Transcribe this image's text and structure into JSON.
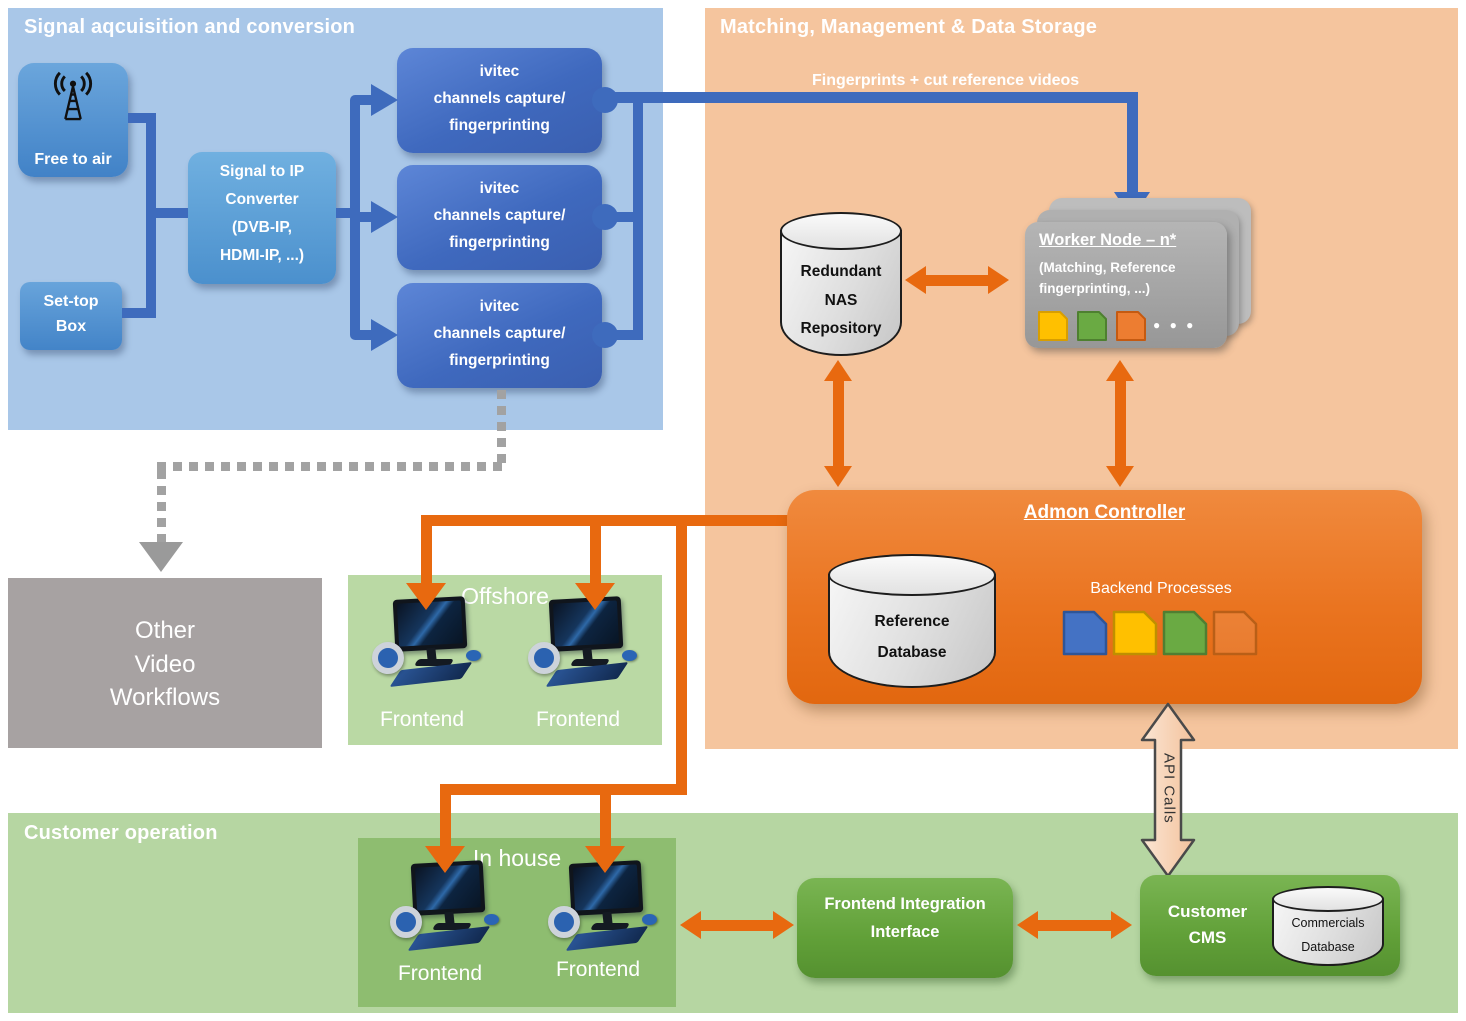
{
  "sections": {
    "signal": {
      "title": "Signal aqcuisition and conversion",
      "free_to_air_label": "Free to air",
      "set_top_label": "Set-top\nBox",
      "converter_label": "Signal to IP\nConverter\n(DVB-IP,\nHDMI-IP, ...)",
      "capture_nodes": [
        {
          "label": "ivitec\nchannels capture/\nfingerprinting"
        },
        {
          "label": "ivitec\nchannels capture/\nfingerprinting"
        },
        {
          "label": "ivitec\nchannels capture/\nfingerprinting"
        }
      ],
      "icons": {
        "free_to_air": "antenna-icon"
      }
    },
    "matching": {
      "title": "Matching, Management & Data Storage",
      "fingerprints_arrow_label": "Fingerprints + cut reference videos",
      "nas_label": "Redundant\nNAS\nRepository",
      "worker_node": {
        "title": "Worker Node – n*",
        "subtitle": "(Matching, Reference\nfingerprinting, ...)",
        "ellipsis": "● ● ●",
        "process_icons": [
          "yellow-file-icon",
          "green-file-icon",
          "orange-file-icon"
        ]
      },
      "admon": {
        "title": "Admon Controller",
        "reference_db_label": "Reference\nDatabase",
        "backend_label": "Backend Processes",
        "process_icons": [
          "blue-file-icon",
          "yellow-file-icon",
          "green-file-icon",
          "ghost-file-icon"
        ]
      },
      "api_calls_label": "API Calls"
    },
    "other_workflows": {
      "label": "Other\nVideo\nWorkflows"
    },
    "offshore": {
      "title": "Offshore",
      "workstations": [
        {
          "label": "Frontend"
        },
        {
          "label": "Frontend"
        }
      ]
    },
    "customer": {
      "title": "Customer operation",
      "in_house": {
        "title": "In house",
        "workstations": [
          {
            "label": "Frontend"
          },
          {
            "label": "Frontend"
          }
        ]
      },
      "fii_label": "Frontend Integration\nInterface",
      "cms_label": "Customer\nCMS",
      "commercials_db_label": "Commercials\nDatabase"
    }
  },
  "colors": {
    "blue_panel": "#a9c7e8",
    "orange_panel": "#f5c59e",
    "green_panel": "#b6d6a2",
    "offshore_box": "#bad9a4",
    "in_house_box": "#8ebd70",
    "gray_box": "#a7a2a2",
    "blue_connector": "#3e6bbd",
    "orange_connector": "#e8690f",
    "node_blue": "#4472c4",
    "node_green": "#61a038",
    "admon_orange": "#ea7420",
    "worker_gray": "#a6a6a6",
    "yellow": "#ffc000"
  }
}
